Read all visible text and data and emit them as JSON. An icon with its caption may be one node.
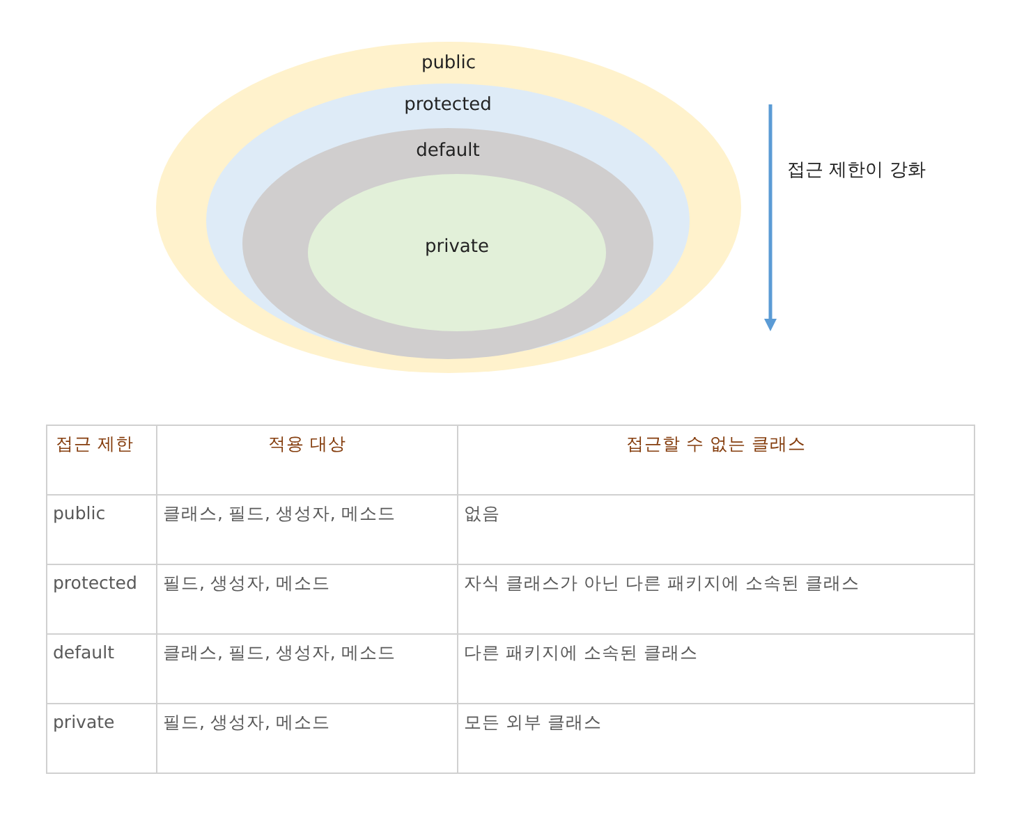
{
  "diagram": {
    "nodes": [
      {
        "text": [
          "public"
        ]
      },
      {
        "text": [
          "protected"
        ],
        "in": 0
      },
      {
        "text": [
          "default"
        ],
        "in": 1
      },
      {
        "text": [
          "private"
        ],
        "in": 2
      }
    ],
    "labels": [
      "접근 제한이 강화",
      "접근 제한",
      "적용 대상",
      "접근할 수 없는 클래스",
      "public",
      "클래스, 필드, 생성자, 메소드",
      "없음",
      "protected",
      "필드, 생성자, 메소드",
      "자식 클래스가 아닌 다른 패키지에 소속된 클래스",
      "default",
      "클래스, 필드, 생성자, 메소드",
      "다른 패키지에 소속된 클래스",
      "private",
      "필드, 생성자, 메소드",
      "모든 외부 클래스"
    ]
  }
}
